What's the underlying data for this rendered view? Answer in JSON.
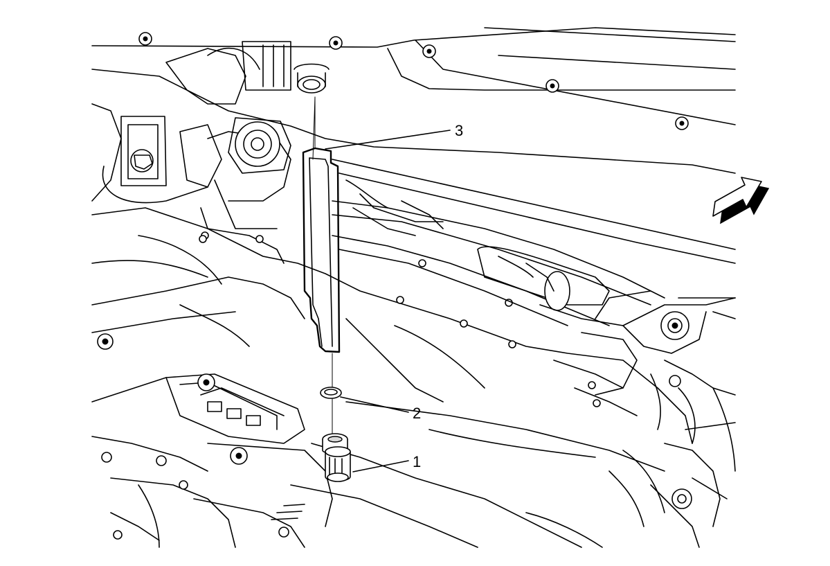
{
  "callouts": [
    {
      "id": "1",
      "label": "1"
    },
    {
      "id": "2",
      "label": "2"
    },
    {
      "id": "3",
      "label": "3"
    }
  ],
  "icons": {
    "arrow": "direction-arrow-icon"
  },
  "colors": {
    "line": "#000000",
    "background": "#ffffff"
  }
}
